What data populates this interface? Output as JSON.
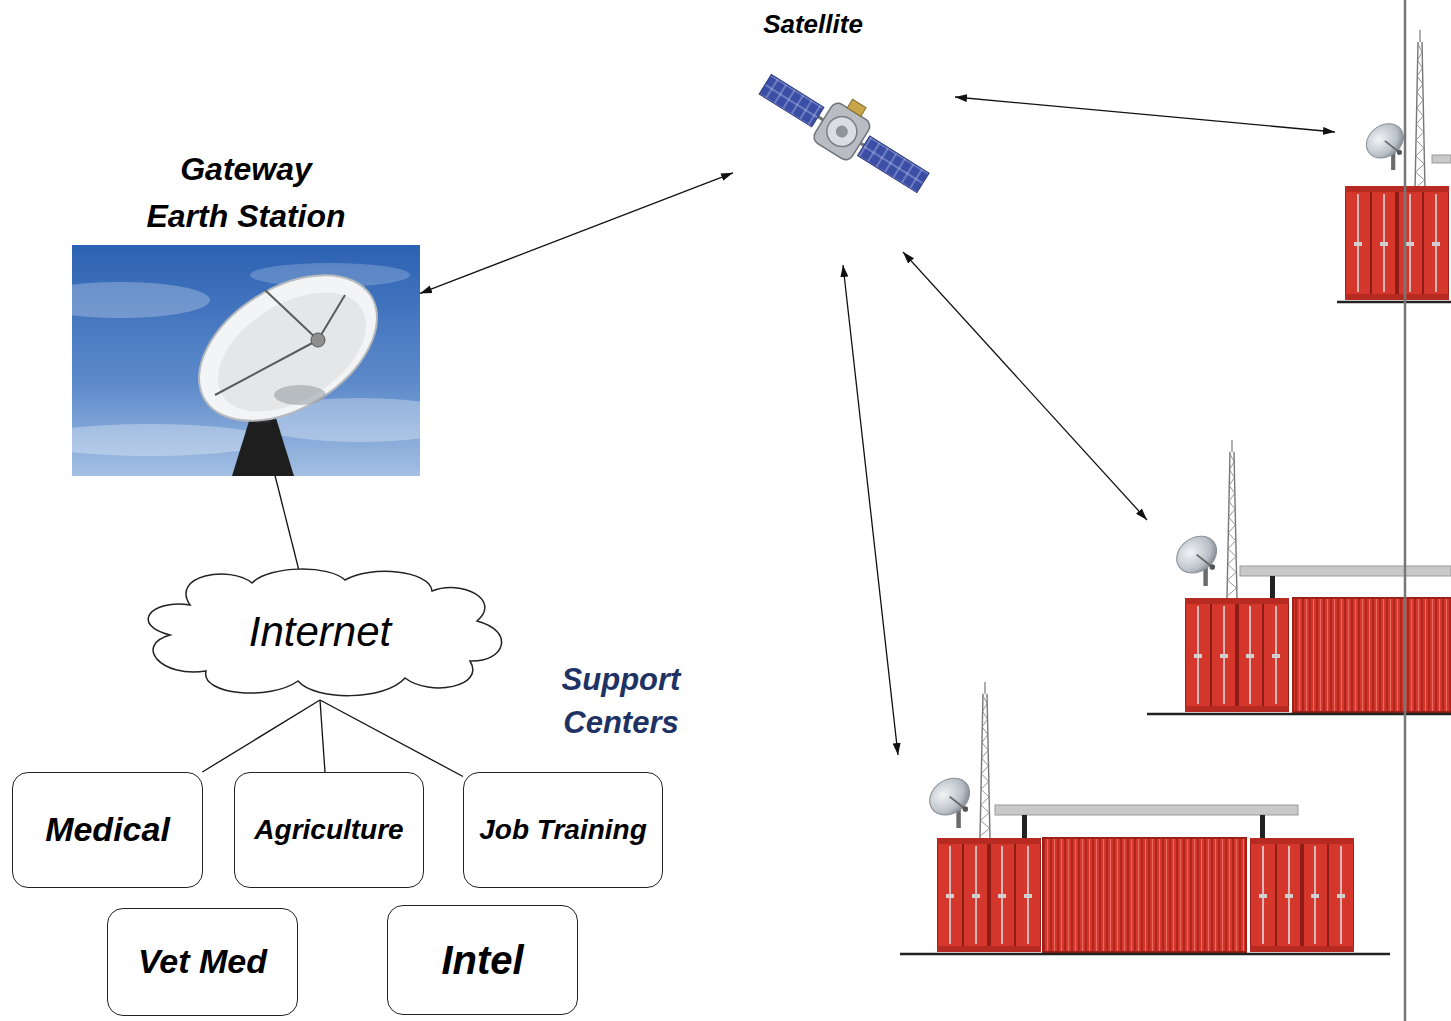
{
  "diagram": {
    "nodes": [
      {
        "text": [
          "Satellite"
        ]
      },
      {
        "text": [
          "Gateway Earth Station"
        ]
      },
      {
        "text": [
          "Internet"
        ]
      },
      {
        "text": [
          "Medical"
        ]
      },
      {
        "text": [
          "Agriculture"
        ]
      },
      {
        "text": [
          "Job Training"
        ]
      },
      {
        "text": [
          "Vet Med"
        ]
      },
      {
        "text": [
          "Intel"
        ]
      }
    ],
    "edges": [
      {
        "from": 1,
        "to": 0,
        "arrow": "both"
      },
      {
        "from": 1,
        "to": 2,
        "arrow": "none"
      },
      {
        "from": 2,
        "to": 3,
        "arrow": "none"
      },
      {
        "from": 2,
        "to": 4,
        "arrow": "none"
      },
      {
        "from": 2,
        "to": 5,
        "arrow": "none"
      }
    ],
    "labels": [
      "Support Centers"
    ]
  }
}
